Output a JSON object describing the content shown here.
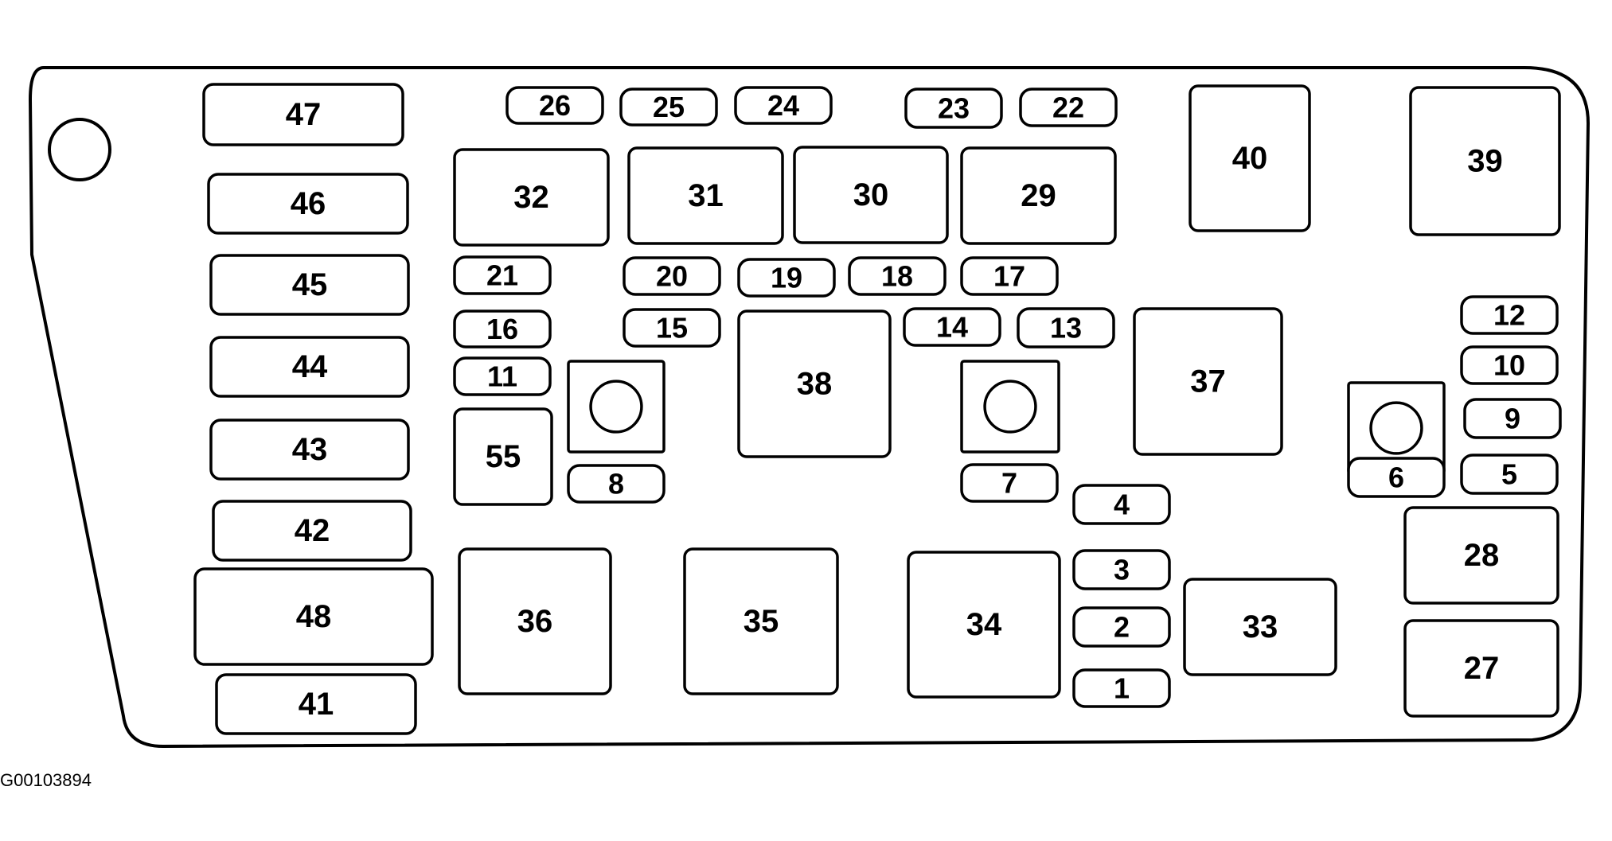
{
  "diagram_code": "G00103894",
  "colors": {
    "stroke": "#000000",
    "fill": "#ffffff"
  },
  "housing": {
    "name": "fuse-block-outline",
    "mounting_hole": "mounting-hole"
  },
  "studs": [
    {
      "name": "bolt-stud-left"
    },
    {
      "name": "bolt-stud-center"
    },
    {
      "name": "bolt-stud-right"
    }
  ],
  "fuses": [
    {
      "label": "47",
      "size": "maxi"
    },
    {
      "label": "46",
      "size": "maxi"
    },
    {
      "label": "45",
      "size": "maxi"
    },
    {
      "label": "44",
      "size": "maxi"
    },
    {
      "label": "43",
      "size": "maxi"
    },
    {
      "label": "42",
      "size": "maxi"
    },
    {
      "label": "48",
      "size": "large"
    },
    {
      "label": "41",
      "size": "maxi"
    },
    {
      "label": "26",
      "size": "mini"
    },
    {
      "label": "25",
      "size": "mini"
    },
    {
      "label": "24",
      "size": "mini"
    },
    {
      "label": "23",
      "size": "mini"
    },
    {
      "label": "22",
      "size": "mini"
    },
    {
      "label": "32",
      "size": "relay"
    },
    {
      "label": "31",
      "size": "relay"
    },
    {
      "label": "30",
      "size": "relay"
    },
    {
      "label": "29",
      "size": "relay"
    },
    {
      "label": "40",
      "size": "relay"
    },
    {
      "label": "39",
      "size": "relay"
    },
    {
      "label": "21",
      "size": "mini"
    },
    {
      "label": "20",
      "size": "mini"
    },
    {
      "label": "19",
      "size": "mini"
    },
    {
      "label": "18",
      "size": "mini"
    },
    {
      "label": "17",
      "size": "mini"
    },
    {
      "label": "16",
      "size": "mini"
    },
    {
      "label": "15",
      "size": "mini"
    },
    {
      "label": "14",
      "size": "mini"
    },
    {
      "label": "13",
      "size": "mini"
    },
    {
      "label": "12",
      "size": "mini"
    },
    {
      "label": "11",
      "size": "mini"
    },
    {
      "label": "10",
      "size": "mini"
    },
    {
      "label": "9",
      "size": "mini"
    },
    {
      "label": "38",
      "size": "relay"
    },
    {
      "label": "37",
      "size": "relay"
    },
    {
      "label": "55",
      "size": "relay"
    },
    {
      "label": "8",
      "size": "mini"
    },
    {
      "label": "7",
      "size": "mini"
    },
    {
      "label": "6",
      "size": "mini"
    },
    {
      "label": "5",
      "size": "mini"
    },
    {
      "label": "4",
      "size": "mini"
    },
    {
      "label": "3",
      "size": "mini"
    },
    {
      "label": "2",
      "size": "mini"
    },
    {
      "label": "1",
      "size": "mini"
    },
    {
      "label": "36",
      "size": "relay"
    },
    {
      "label": "35",
      "size": "relay"
    },
    {
      "label": "34",
      "size": "relay"
    },
    {
      "label": "33",
      "size": "relay"
    },
    {
      "label": "28",
      "size": "relay"
    },
    {
      "label": "27",
      "size": "relay"
    }
  ]
}
